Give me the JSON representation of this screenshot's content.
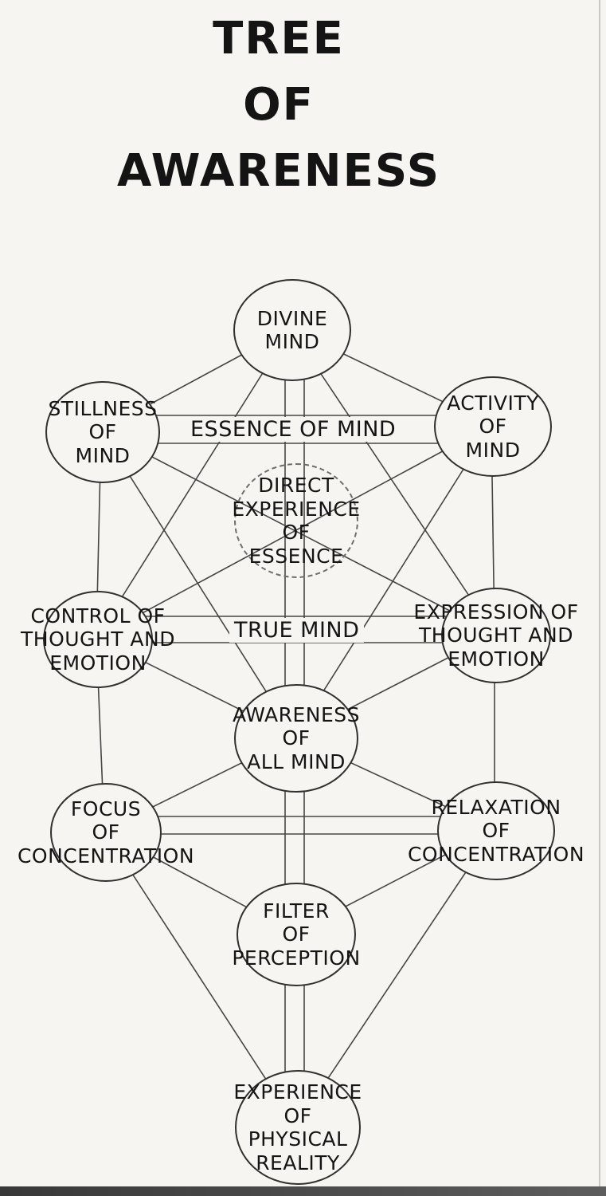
{
  "meta": {
    "paper_color": "#f6f5f2",
    "line_color": "#464646",
    "ink_color": "#141414",
    "diagram_type": "tree-of-life-style node diagram"
  },
  "title": {
    "lines": [
      "TREE",
      "OF",
      "AWARENESS"
    ]
  },
  "nodes": {
    "divine": {
      "lines": [
        "DIVINE",
        "MIND"
      ],
      "shape": "ellipse",
      "border": "solid"
    },
    "stillness": {
      "lines": [
        "STILLNESS",
        "OF",
        "MIND"
      ],
      "shape": "ellipse",
      "border": "solid"
    },
    "activity": {
      "lines": [
        "ACTIVITY",
        "OF",
        "MIND"
      ],
      "shape": "ellipse",
      "border": "solid"
    },
    "direct_experience": {
      "lines": [
        "DIRECT",
        "EXPERIENCE",
        "OF",
        "ESSENCE"
      ],
      "shape": "ellipse",
      "border": "dashed"
    },
    "control": {
      "lines": [
        "CONTROL OF",
        "THOUGHT AND",
        "EMOTION"
      ],
      "shape": "ellipse",
      "border": "solid"
    },
    "expression": {
      "lines": [
        "EXPRESSION OF",
        "THOUGHT AND",
        "EMOTION"
      ],
      "shape": "ellipse",
      "border": "solid"
    },
    "awareness": {
      "lines": [
        "AWARENESS",
        "OF",
        "ALL MIND"
      ],
      "shape": "ellipse",
      "border": "solid"
    },
    "focus": {
      "lines": [
        "FOCUS",
        "OF",
        "CONCENTRATION"
      ],
      "shape": "ellipse",
      "border": "solid"
    },
    "relaxation": {
      "lines": [
        "RELAXATION",
        "OF",
        "CONCENTRATION"
      ],
      "shape": "ellipse",
      "border": "solid"
    },
    "filter": {
      "lines": [
        "FILTER",
        "OF",
        "PERCEPTION"
      ],
      "shape": "ellipse",
      "border": "solid"
    },
    "experience": {
      "lines": [
        "EXPERIENCE",
        "OF",
        "PHYSICAL",
        "REALITY"
      ],
      "shape": "ellipse",
      "border": "solid"
    }
  },
  "path_labels": {
    "essence_of_mind": "ESSENCE OF MIND",
    "true_mind": "TRUE MIND"
  }
}
